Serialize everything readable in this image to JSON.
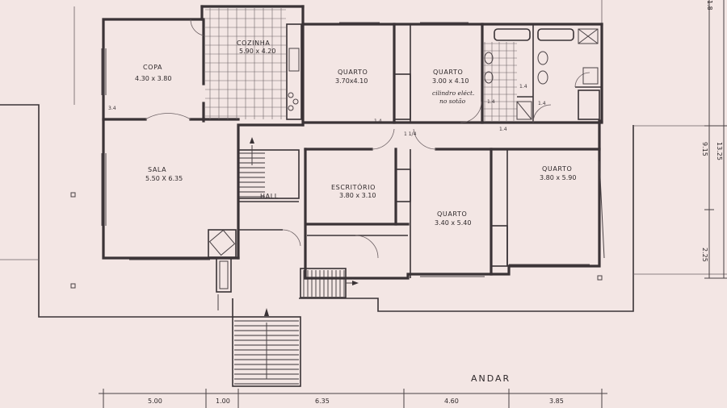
{
  "title": "ANDAR",
  "rooms": {
    "copa": {
      "name": "COPA",
      "dim": "4.30 x 3.80"
    },
    "cozinha": {
      "name": "COZINHA",
      "dim": "5.90 x 4.20"
    },
    "quarto1": {
      "name": "QUARTO",
      "dim": "3.70x4.10"
    },
    "quarto2": {
      "name": "QUARTO",
      "dim": "3.00 x 4.10"
    },
    "sala": {
      "name": "SALA",
      "dim": "5.50 X 6.35"
    },
    "hall": {
      "name": "HALL"
    },
    "escritorio": {
      "name": "ESCRITÓRIO",
      "dim": "3.80 x 3.10"
    },
    "quarto3": {
      "name": "QUARTO",
      "dim": "3.40 x 5.40"
    },
    "quarto4": {
      "name": "QUARTO",
      "dim": "3.80 x 5.90"
    }
  },
  "notes": {
    "cilindro_line1": "cilindro eléct.",
    "cilindro_line2": "no sotão"
  },
  "markings": {
    "m1": "1.4",
    "m2": "1.4",
    "m3": "1 1/4",
    "m4": "1.4",
    "m5": "1.4",
    "m6": "1.4",
    "m7": "3.4"
  },
  "dimensions": {
    "bottom": [
      "5.00",
      "1.00",
      "6.35",
      "4.60",
      "3.85"
    ],
    "right": [
      "1.8",
      "13.25",
      "9.15",
      "2.25"
    ]
  },
  "colors": {
    "paper": "#f3e6e4",
    "ink": "#3a3336"
  }
}
